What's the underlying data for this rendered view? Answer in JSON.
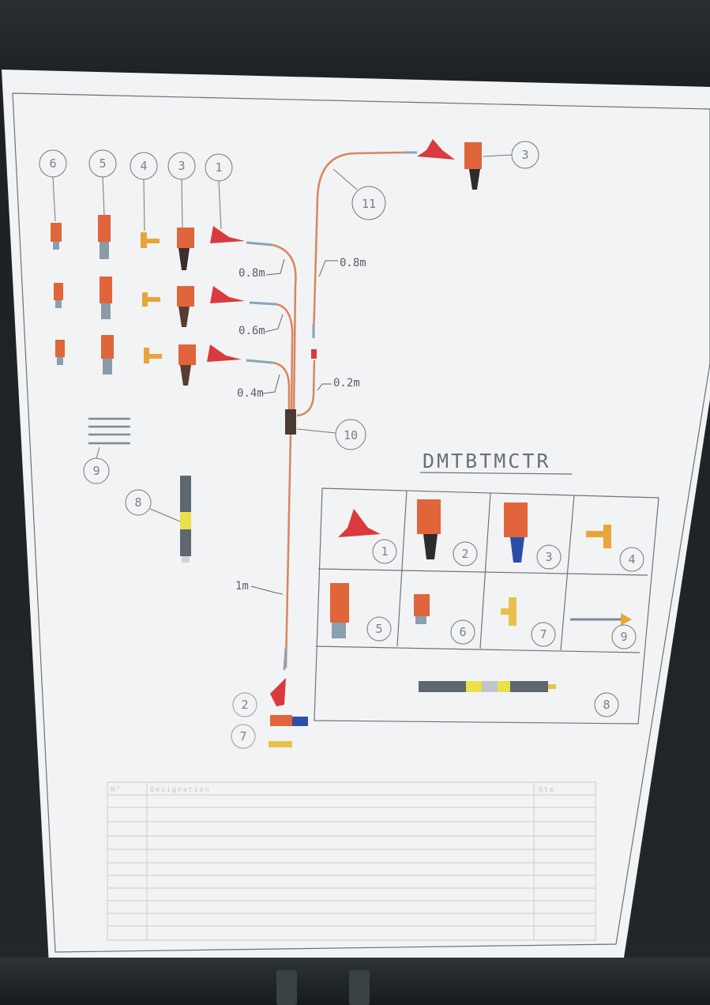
{
  "title": "DMTBTMCTR",
  "callouts": {
    "c1": "1",
    "c2": "2",
    "c3": "3",
    "c4": "4",
    "c5": "5",
    "c6": "6",
    "c7": "7",
    "c8": "8",
    "c9": "9",
    "c10": "10",
    "c11": "11"
  },
  "lengths": {
    "l08a": "0.8m",
    "l08b": "0.8m",
    "l06": "0.6m",
    "l04": "0.4m",
    "l02": "0.2m",
    "l1": "1m"
  },
  "legend": {
    "n1": "1",
    "n2": "2",
    "n3": "3",
    "n4": "4",
    "n5": "5",
    "n6": "6",
    "n7": "7",
    "n8": "8",
    "n9": "9"
  },
  "table": {
    "header_no": "N°",
    "header_designation": "Designation",
    "header_qty": "Qte"
  }
}
